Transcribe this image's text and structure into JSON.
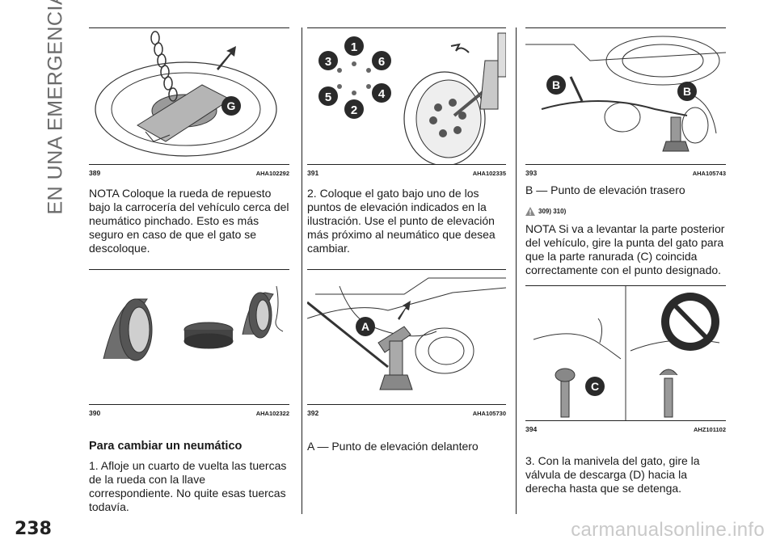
{
  "side_title": "EN UNA EMERGENCIA",
  "page_number": "238",
  "watermark": "carmanualsonline.info",
  "col1": {
    "fig389": {
      "num": "389",
      "code": "AHA102292",
      "callout": "G"
    },
    "para_nota": "NOTA  Coloque la rueda de repuesto bajo la carrocería del vehículo cerca del neumático pinchado. Esto es más seguro en caso de que el gato se descoloque.",
    "fig390": {
      "num": "390",
      "code": "AHA102322"
    },
    "heading": "Para cambiar un neumático",
    "para_step1": "1. Afloje un cuarto de vuelta las tuercas de la rueda con la llave correspondiente. No quite esas tuercas todavía."
  },
  "col2": {
    "fig391": {
      "num": "391",
      "code": "AHA102335",
      "lug_labels": [
        "1",
        "2",
        "3",
        "4",
        "5",
        "6"
      ]
    },
    "para_step2": "2. Coloque el gato bajo uno de los puntos de elevación indicados en la ilustración. Use el punto de elevación más próximo al neumático que desea cambiar.",
    "fig392": {
      "num": "392",
      "code": "AHA105730",
      "callout": "A"
    },
    "para_a": "A — Punto de elevación delantero"
  },
  "col3": {
    "fig393": {
      "num": "393",
      "code": "AHA105743",
      "callout": "B"
    },
    "para_b": "B — Punto de elevación trasero",
    "warn_ref": "309) 310)",
    "para_nota": "NOTA  Si va a levantar la parte posterior del vehículo, gire la punta del gato para que la parte ranurada (C) coincida correctamente con el punto designado.",
    "fig394": {
      "num": "394",
      "code": "AHZ101102",
      "callout": "C"
    },
    "para_step3": "3. Con la manivela del gato, gire la válvula de descarga (D) hacia la derecha hasta que se detenga."
  },
  "colors": {
    "callout_bg": "#2a2a2a",
    "callout_fg": "#ffffff",
    "watermark": "#c9c9c9",
    "side_title": "#6b6b6b"
  }
}
